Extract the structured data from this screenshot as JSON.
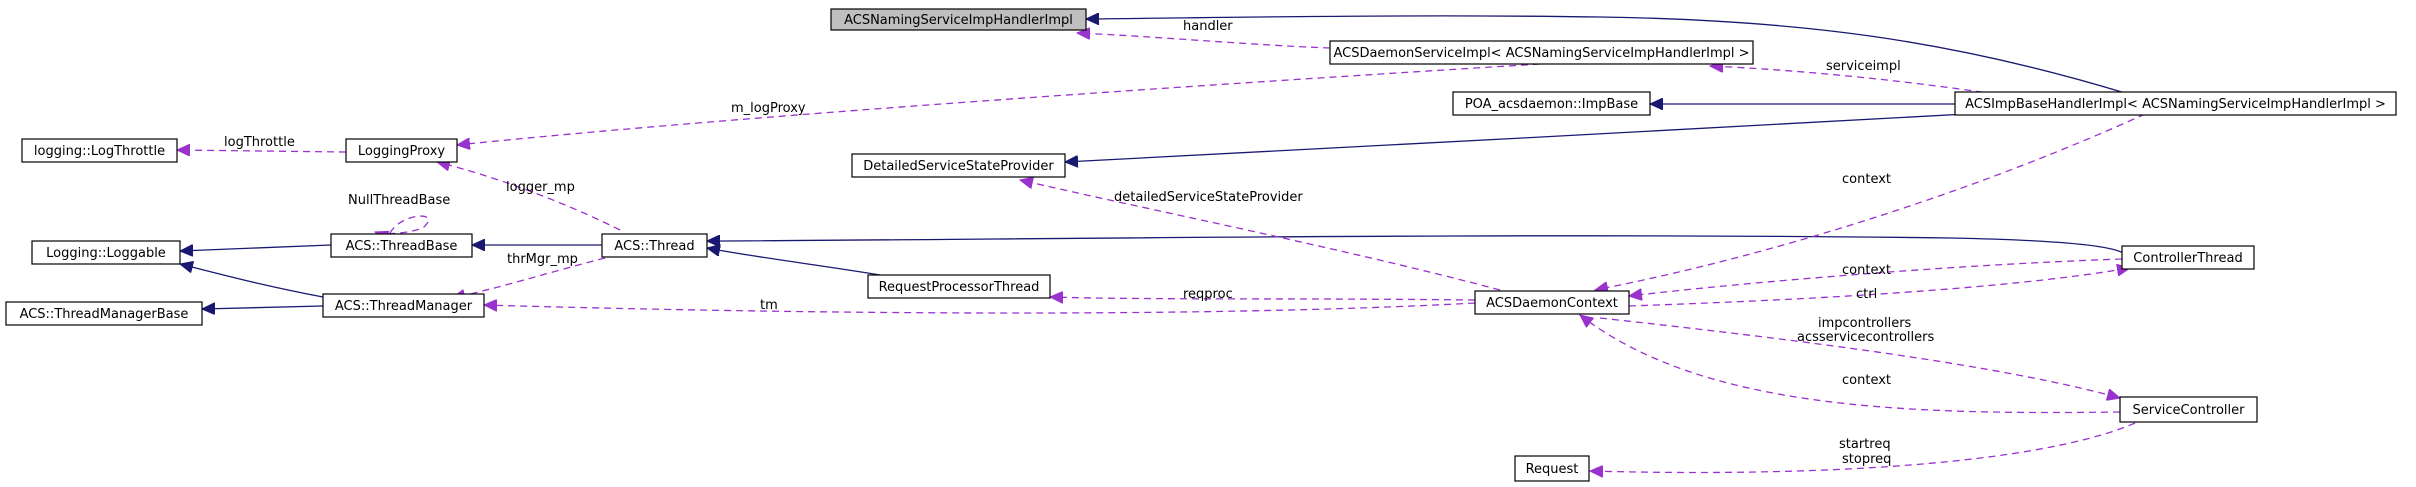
{
  "nodes": {
    "acs_naming_service_imp_handler_impl": "ACSNamingServiceImpHandlerImpl",
    "acs_daemon_service_impl": "ACSDaemonServiceImpl< ACSNamingServiceImpHandlerImpl >",
    "poa_acsdaemon_imp_base": "POA_acsdaemon::ImpBase",
    "acs_imp_base_handler_impl": "ACSImpBaseHandlerImpl< ACSNamingServiceImpHandlerImpl >",
    "logging_log_throttle": "logging::LogThrottle",
    "logging_proxy": "LoggingProxy",
    "detailed_service_state_provider": "DetailedServiceStateProvider",
    "logging_loggable": "Logging::Loggable",
    "acs_thread_base": "ACS::ThreadBase",
    "acs_thread": "ACS::Thread",
    "controller_thread": "ControllerThread",
    "request_processor_thread": "RequestProcessorThread",
    "acs_thread_manager_base": "ACS::ThreadManagerBase",
    "acs_thread_manager": "ACS::ThreadManager",
    "acs_daemon_context": "ACSDaemonContext",
    "service_controller": "ServiceController",
    "request": "Request"
  },
  "edge_labels": {
    "handler": "handler",
    "serviceimpl": "serviceimpl",
    "m_log_proxy": "m_logProxy",
    "log_throttle": "logThrottle",
    "logger_mp": "logger_mp",
    "null_thread_base": "NullThreadBase",
    "context_imp_base": "context",
    "detailed_service_state_provider": "detailedServiceStateProvider",
    "thr_mgr_mp": "thrMgr_mp",
    "reqproc": "reqproc",
    "tm": "tm",
    "context_controller_thread": "context",
    "ctrl": "ctrl",
    "impcontrollers": "impcontrollers",
    "acsservicecontrollers": "acsservicecontrollers",
    "context_service_controller": "context",
    "startreq": "startreq",
    "stopreq": "stopreq"
  },
  "colors": {
    "inheritance": "#191970",
    "usage": "#9a32cd",
    "root_node_fill": "#bfbfbf"
  }
}
